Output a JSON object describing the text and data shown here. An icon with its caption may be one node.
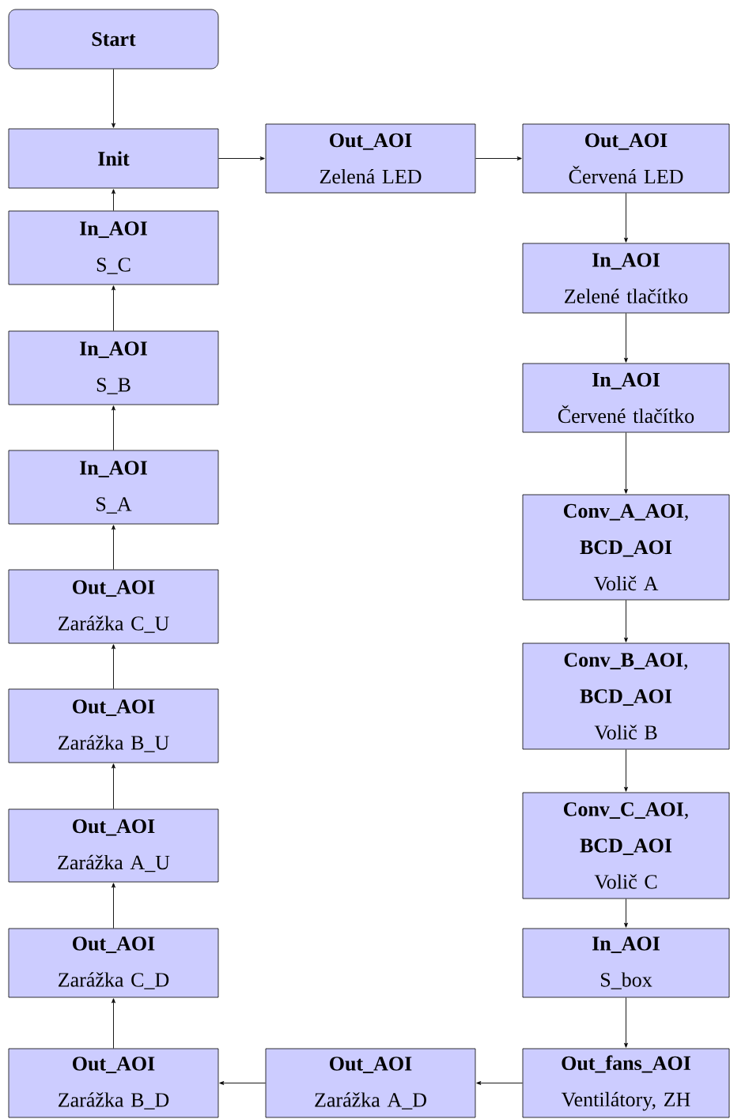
{
  "diagram": {
    "nodes": [
      {
        "text": [
          "Start"
        ]
      },
      {
        "text": [
          "Init"
        ]
      },
      {
        "text": [
          "Out_AOI",
          "Zelená LED"
        ]
      },
      {
        "text": [
          "Out_AOI",
          "Červená LED"
        ]
      },
      {
        "text": [
          "In_AOI",
          "Zelené tlačítko"
        ]
      },
      {
        "text": [
          "In_AOI",
          "Červené tlačítko"
        ]
      },
      {
        "text": [
          "**Conv_A_AOI**, **BCD_AOI**",
          "Volič A"
        ]
      },
      {
        "text": [
          "**Conv_B_AOI**, **BCD_AOI**",
          "Volič B"
        ]
      },
      {
        "text": [
          "**Conv_C_AOI**, **BCD_AOI**",
          "Volič C"
        ]
      },
      {
        "text": [
          "In_AOI",
          "S_box"
        ]
      },
      {
        "text": [
          "Out_fans_AOI",
          "Ventilátory, ZH"
        ]
      },
      {
        "text": [
          "Out_AOI",
          "Zarážka A_D"
        ]
      },
      {
        "text": [
          "Out_AOI",
          "Zarážka B_D"
        ]
      },
      {
        "text": [
          "Out_AOI",
          "Zarážka C_D"
        ]
      },
      {
        "text": [
          "Out_AOI",
          "Zarážka A_U"
        ]
      },
      {
        "text": [
          "Out_AOI",
          "Zarážka B_U"
        ]
      },
      {
        "text": [
          "Out_AOI",
          "Zarážka C_U"
        ]
      },
      {
        "text": [
          "In_AOI",
          "S_A"
        ]
      },
      {
        "text": [
          "In_AOI",
          "S_B"
        ]
      },
      {
        "text": [
          "In_AOI",
          "S_C"
        ]
      }
    ],
    "edges": [
      {
        "from": 0,
        "to": 1,
        "arrow": "to"
      },
      {
        "from": 1,
        "to": 2,
        "arrow": "to"
      },
      {
        "from": 2,
        "to": 3,
        "arrow": "to"
      },
      {
        "from": 3,
        "to": 4,
        "arrow": "to"
      },
      {
        "from": 4,
        "to": 5,
        "arrow": "to"
      },
      {
        "from": 5,
        "to": 6,
        "arrow": "to"
      },
      {
        "from": 6,
        "to": 7,
        "arrow": "to"
      },
      {
        "from": 7,
        "to": 8,
        "arrow": "to"
      },
      {
        "from": 8,
        "to": 9,
        "arrow": "to"
      },
      {
        "from": 9,
        "to": 10,
        "arrow": "to"
      },
      {
        "from": 10,
        "to": 11,
        "arrow": "to"
      },
      {
        "from": 11,
        "to": 12,
        "arrow": "to"
      },
      {
        "from": 12,
        "to": 13,
        "arrow": "to"
      },
      {
        "from": 13,
        "to": 14,
        "arrow": "to"
      },
      {
        "from": 14,
        "to": 15,
        "arrow": "to"
      },
      {
        "from": 15,
        "to": 16,
        "arrow": "to"
      },
      {
        "from": 16,
        "to": 17,
        "arrow": "to"
      },
      {
        "from": 17,
        "to": 18,
        "arrow": "to"
      },
      {
        "from": 18,
        "to": 19,
        "arrow": "to"
      },
      {
        "from": 19,
        "to": 1,
        "arrow": "to"
      }
    ]
  }
}
